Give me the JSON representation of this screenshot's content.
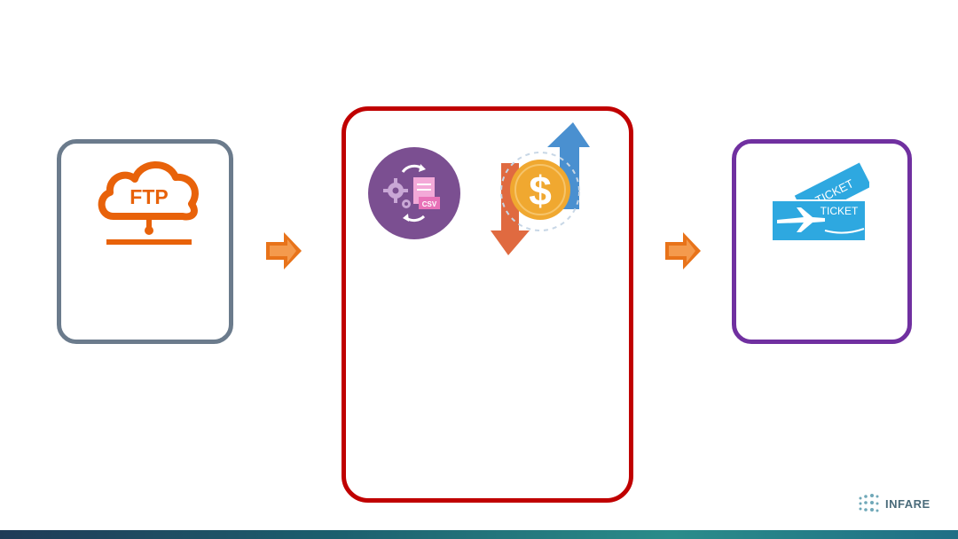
{
  "diagram": {
    "ftp_label": "FTP",
    "csv_label": "CSV",
    "currency_symbol": "$",
    "ticket_labels": [
      "TICKET",
      "TICKET"
    ]
  },
  "colors": {
    "ftp_box_border": "#6b7b8c",
    "process_box_border": "#c00000",
    "ticket_box_border": "#7030a0",
    "ftp_orange": "#e8620a",
    "flow_arrow": "#e8731a",
    "csv_circle": "#7b4f91",
    "coin": "#f0a830",
    "arrow_up": "#4a90d0",
    "arrow_down": "#e06a40",
    "ticket_blue": "#2ea8e0"
  },
  "icons": {
    "ftp": "cloud-ftp-icon",
    "csv": "csv-sync-icon",
    "price": "price-change-icon",
    "ticket": "airline-ticket-icon",
    "flow_arrows": "right-arrow-icon"
  },
  "footer": {
    "logo_text": "INFARE"
  }
}
